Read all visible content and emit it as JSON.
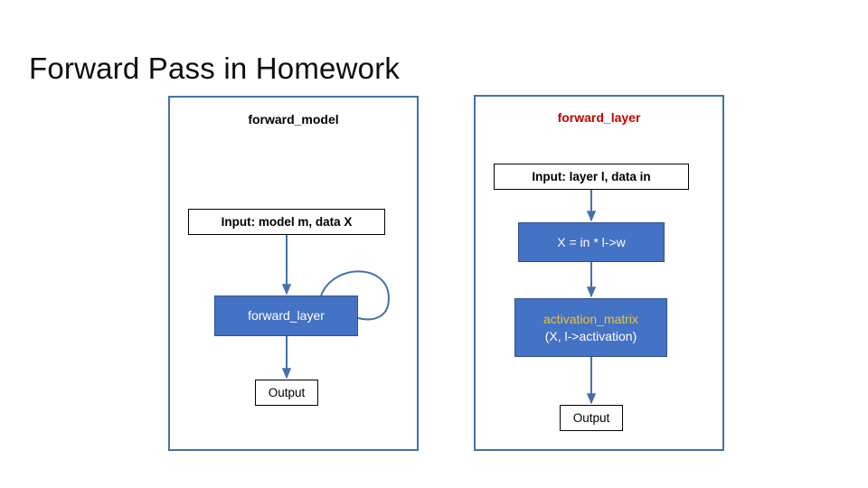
{
  "slide": {
    "title": "Forward Pass in Homework",
    "background": "#ffffff"
  },
  "colors": {
    "panel_border": "#4472A8",
    "process_fill": "#4472C4",
    "process_border": "#2F528F",
    "accent_red": "#C00000",
    "accent_yellow": "#E8C33C",
    "connector": "#4472A8",
    "text": "#000000"
  },
  "panels": [
    {
      "id": "forward_model",
      "heading": "forward_model",
      "heading_color": "#000000",
      "nodes": [
        {
          "id": "input_model",
          "label": "Input: model m, data X",
          "style": "plain"
        },
        {
          "id": "forward_layer_call",
          "label": "forward_layer",
          "style": "process"
        },
        {
          "id": "output_left",
          "label": "Output",
          "style": "plain"
        }
      ],
      "edges": [
        {
          "from": "input_model",
          "to": "forward_layer_call",
          "kind": "straight-down"
        },
        {
          "from": "forward_layer_call",
          "to": "forward_layer_call",
          "kind": "self-loop"
        },
        {
          "from": "forward_layer_call",
          "to": "output_left",
          "kind": "straight-down"
        }
      ]
    },
    {
      "id": "forward_layer",
      "heading": "forward_layer",
      "heading_color": "#C00000",
      "nodes": [
        {
          "id": "input_layer",
          "label": "Input: layer l, data in",
          "style": "plain"
        },
        {
          "id": "x_equals",
          "label": "X = in * l->w",
          "style": "process"
        },
        {
          "id": "activation",
          "label_line1": "activation_matrix",
          "label_line2": "(X, l->activation)",
          "style": "process"
        },
        {
          "id": "output_right",
          "label": "Output",
          "style": "plain"
        }
      ],
      "edges": [
        {
          "from": "input_layer",
          "to": "x_equals",
          "kind": "straight-down"
        },
        {
          "from": "x_equals",
          "to": "activation",
          "kind": "straight-down"
        },
        {
          "from": "activation",
          "to": "output_right",
          "kind": "straight-down"
        }
      ]
    }
  ]
}
